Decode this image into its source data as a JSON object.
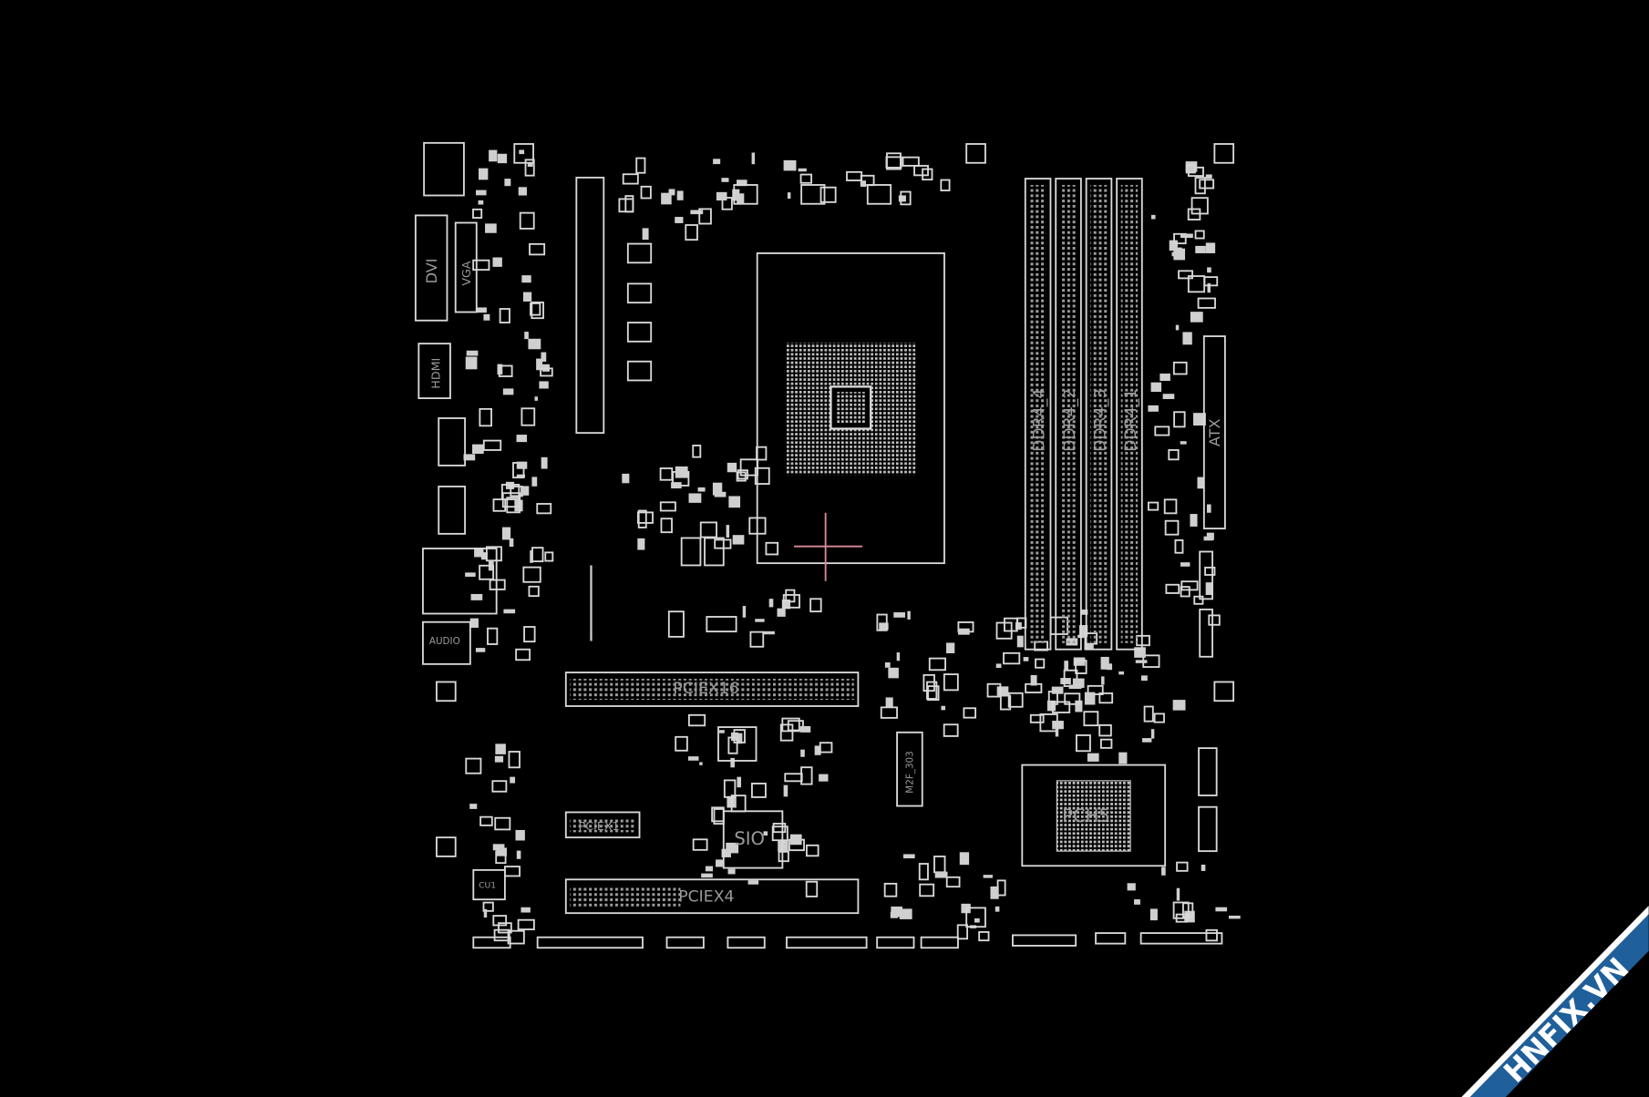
{
  "board": {
    "labels": {
      "dvi": "DVI",
      "vga": "VGA",
      "hdmi": "HDMI",
      "audio": "AUDIO",
      "pciex16": "PCIEX16",
      "pciex1": "PCIEX1",
      "pciex4": "PCIEX4",
      "sio": "SIO",
      "pch": "PCH5",
      "m2": "M2F_303",
      "atx": "ATX",
      "cu1": "CU1",
      "dimm": [
        "DDR4_4",
        "DDR4_2",
        "DDR4_3",
        "DDR4_1"
      ]
    },
    "colors": {
      "background": "#000000",
      "outline": "#d8d8d8",
      "cursor": "#d88a96",
      "watermark_band": "#1f5f9a"
    }
  },
  "watermark": {
    "text": "HNFIX.VN"
  }
}
